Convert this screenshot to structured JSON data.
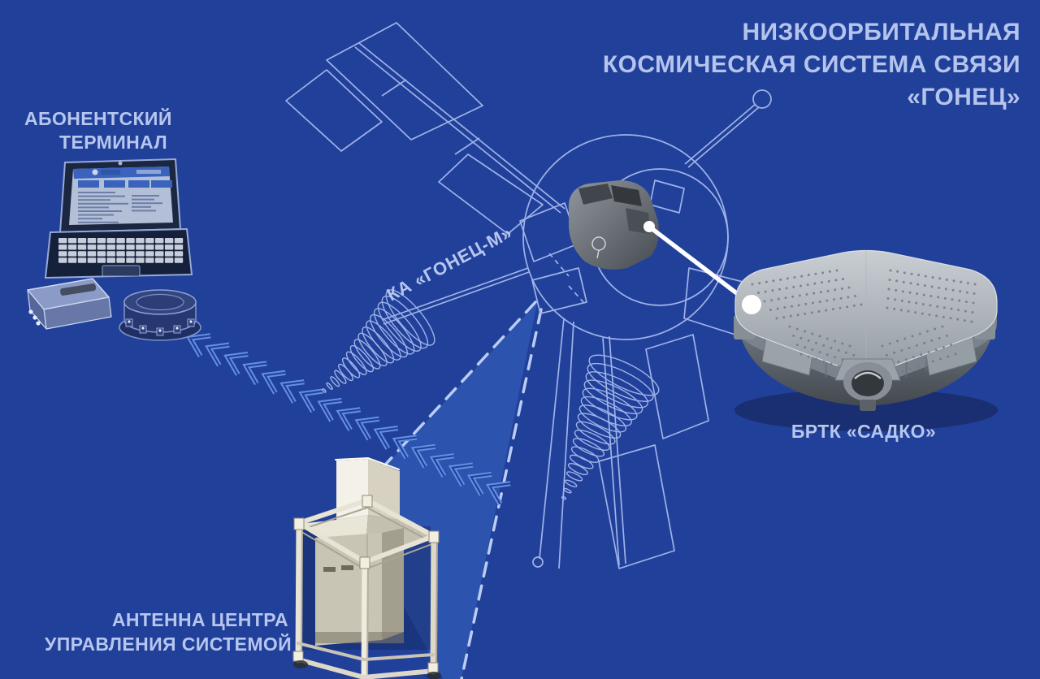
{
  "title": {
    "lines": [
      "НИЗКООРБИТАЛЬНАЯ",
      "КОСМИЧЕСКАЯ СИСТЕМА СВЯЗИ",
      "«ГОНЕЦ»"
    ]
  },
  "labels": {
    "subscriber_terminal": [
      "АБОНЕНТСКИЙ",
      "ТЕРМИНАЛ"
    ],
    "satellite": "КА «ГОНЕЦ-М»",
    "brtk": "БРТК «САДКО»",
    "control_antenna": [
      "АНТЕННА ЦЕНТРА",
      "УПРАВЛЕНИЯ СИСТЕМОЙ"
    ]
  },
  "colors": {
    "background": "#21409A",
    "label_text": "#B7C6EE",
    "wireframe": "#9FB3E8",
    "beam_fill": "#2C54AF",
    "beam_dash": "#BCCDF4",
    "signal_chevron": "#6490E2",
    "pointer_line": "#FFFFFF",
    "device_gray": "#9AA1A8",
    "antenna_beige": "#E8E4D5"
  }
}
